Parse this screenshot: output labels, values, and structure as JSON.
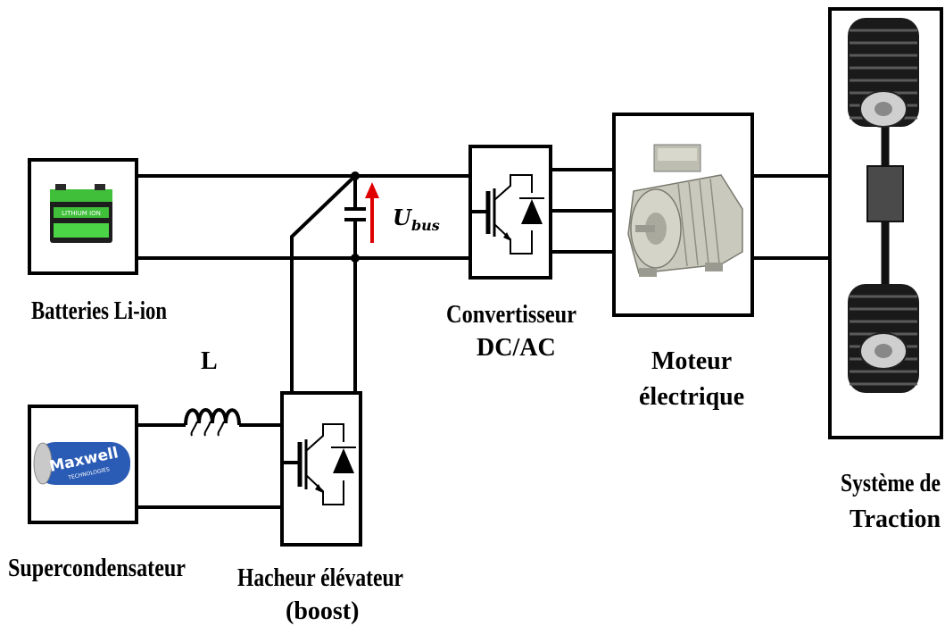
{
  "labels": {
    "battery": "Batteries Li-ion",
    "supercap": "Supercondensateur",
    "inductor": "L",
    "boost_line1": "Hacheur élévateur",
    "boost_line2": "(boost)",
    "converter_line1": "Convertisseur",
    "converter_line2": "DC/AC",
    "motor_line1": "Moteur",
    "motor_line2": "électrique",
    "traction_line1": "Système de",
    "traction_line2": "Traction",
    "ubus_main": "U",
    "ubus_sub": "bus"
  },
  "images": {
    "battery_text": "LITHIUM ION",
    "supercap_brand": "Maxwell",
    "supercap_sub": "TECHNOLOGIES"
  },
  "colors": {
    "battery_green": "#3fbf3a",
    "supercap_blue": "#2a5bb5",
    "ubus_arrow": "#e00000",
    "motor_body": "#c9c9bd"
  }
}
